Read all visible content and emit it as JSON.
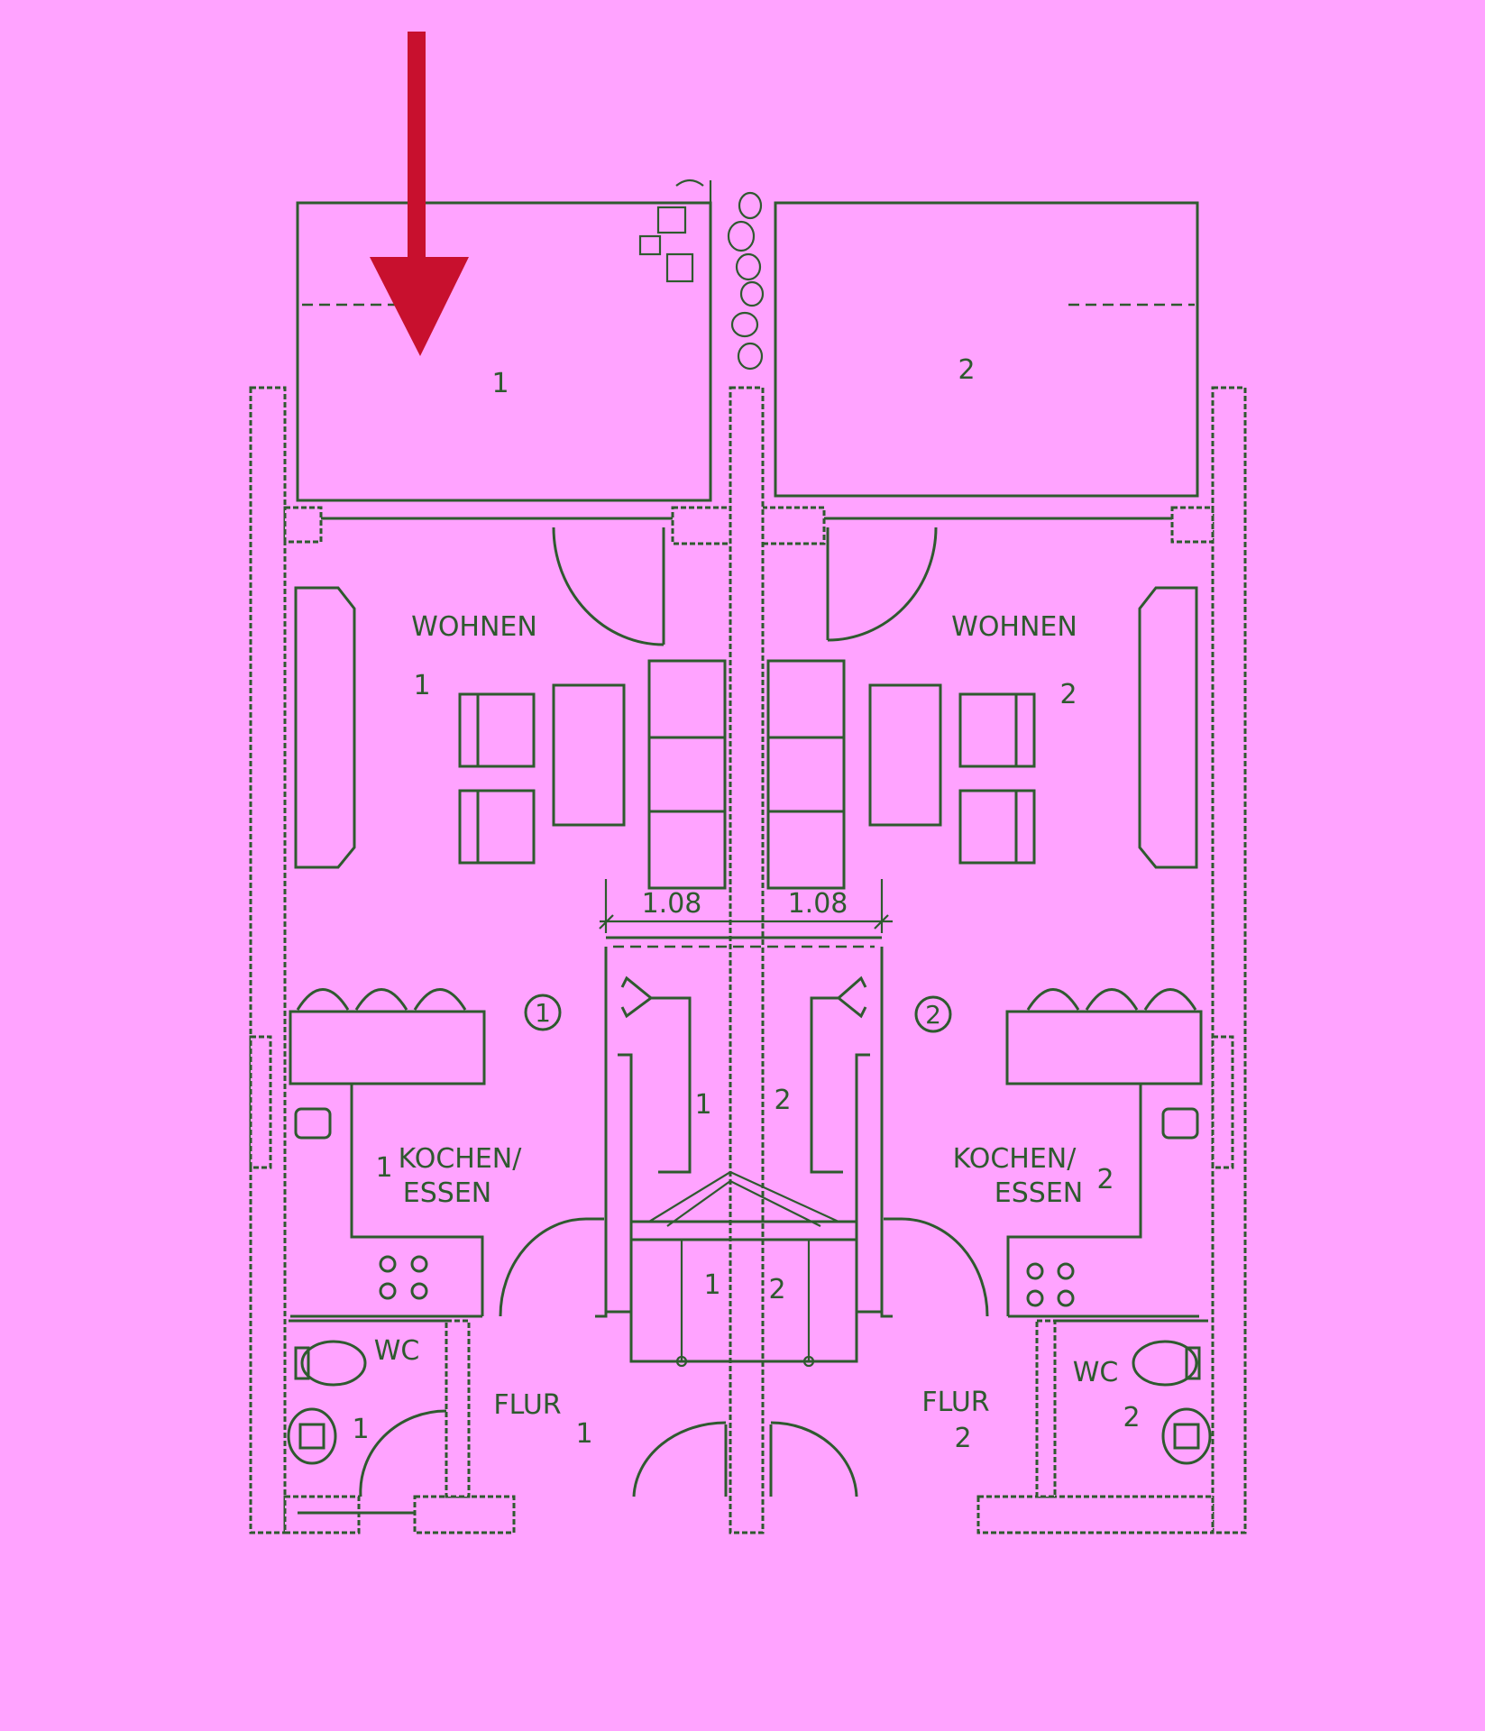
{
  "terraces": {
    "left_number": "1",
    "right_number": "2"
  },
  "living": {
    "left_label": "WOHNEN",
    "left_number": "1",
    "right_label": "WOHNEN",
    "right_number": "2"
  },
  "dimensions": {
    "left": "1.08",
    "right": "1.08"
  },
  "units": {
    "left_marker": "1",
    "right_marker": "2"
  },
  "stairs": {
    "upper_left": "1",
    "upper_right": "2",
    "lower_left": "1",
    "lower_right": "2"
  },
  "kitchen": {
    "left_label_line1": "KOCHEN/",
    "left_label_line2": "ESSEN",
    "left_number": "1",
    "right_label_line1": "KOCHEN/",
    "right_label_line2": "ESSEN",
    "right_number": "2"
  },
  "wc": {
    "left_label": "WC",
    "left_number": "1",
    "right_label": "WC",
    "right_number": "2"
  },
  "hall": {
    "left_label": "FLUR",
    "left_number": "1",
    "right_label": "FLUR",
    "right_number": "2"
  },
  "colors": {
    "background": "#ffa3ff",
    "lines": "#2e5a2e",
    "arrow": "#c8102e"
  },
  "icons": {
    "arrow": "down-arrow-icon"
  }
}
